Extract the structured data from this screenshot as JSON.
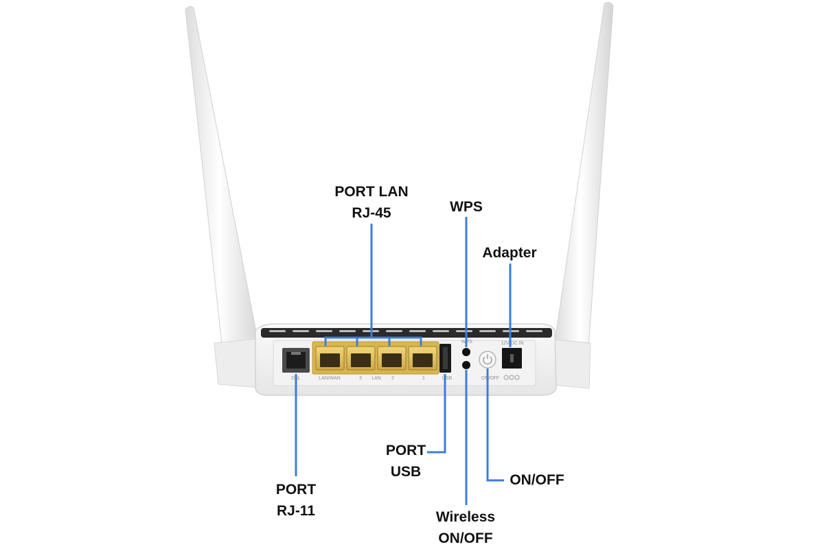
{
  "colors": {
    "leader_line": "#3b7ddd",
    "port_yellow": "#e2c25a",
    "housing": "#f2f2f2",
    "antenna": "#efefef"
  },
  "callouts": {
    "lan": {
      "line1": "PORT LAN",
      "line2": "RJ-45"
    },
    "wps": {
      "line1": "WPS"
    },
    "adapter": {
      "line1": "Adapter"
    },
    "rj11": {
      "line1": "PORT",
      "line2": "RJ-11"
    },
    "usb": {
      "line1": "PORT",
      "line2": "USB"
    },
    "wireless": {
      "line1": "Wireless",
      "line2": "ON/OFF"
    },
    "onoff": {
      "line1": "ON/OFF"
    }
  },
  "panel_labels": {
    "dsl": "DSL",
    "lanwan": "LAN/WAN",
    "port3": "3",
    "lan": "LAN",
    "port2": "2",
    "port1": "1",
    "usb": "USB",
    "wps_small": "WPS",
    "onoff_small": "ON/OFF",
    "power_rating": "12V DC IN"
  },
  "icons": [
    "power-icon"
  ]
}
